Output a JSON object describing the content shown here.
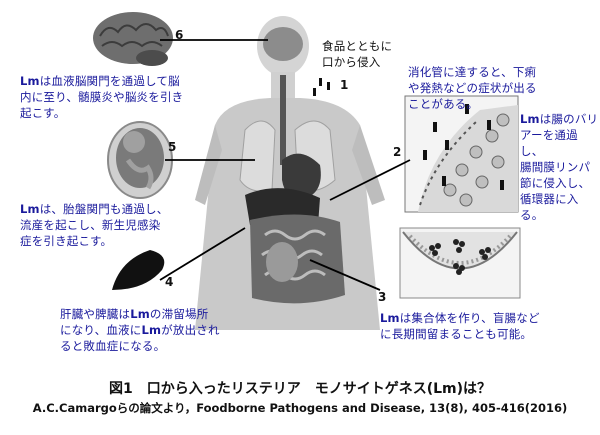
{
  "labels": {
    "n1": "1",
    "n2": "2",
    "n3": "3",
    "n4": "4",
    "n5": "5",
    "n6": "6"
  },
  "annotations": {
    "a1_line1": "食品とともに",
    "a1_line2": "口から侵入",
    "a2_line1": "消化管に達すると、下痢",
    "a2_line2": "や発熱などの症状が出る",
    "a2_line3": "ことがある。",
    "a2_line4_bold": "Lm",
    "a2_line4": "は腸のバリ",
    "a2_line5": "アーを通過し、",
    "a2_line6": "腸間膜リンパ",
    "a2_line7": "節に侵入し、",
    "a2_line8": "循環器に入る。",
    "a3_bold": "Lm",
    "a3_line1": "は集合体を作り、盲腸など",
    "a3_line2": "に長期間留まることも可能。",
    "a4_line1_pre": "肝臓や脾臓は",
    "a4_line1_bold": "Lm",
    "a4_line1_post": "の滞留場所",
    "a4_line2_pre": "になり、血液に",
    "a4_line2_bold": "Lm",
    "a4_line2_post": "が放出され",
    "a4_line3": "ると敗血症になる。",
    "a5_bold": "Lm",
    "a5_line1": "は、胎盤関門も通過し、",
    "a5_line2": "流産を起こし、新生児感染",
    "a5_line3": "症を引き起こす。",
    "a6_bold": "Lm",
    "a6_line1": "は血液脳関門を通過して脳",
    "a6_line2": "内に至り、髄膜炎や脳炎を引き",
    "a6_line3": "起こす。"
  },
  "caption": {
    "title": "図1　口から入ったリステリア　モノサイトゲネス(Lm)は？",
    "source": "A.C.Camargoらの論文より，Foodborne Pathogens and Disease, 13(8), 405-416(2016)"
  },
  "colors": {
    "annotation_text": "#1a1a9c",
    "lines": "#000000",
    "body": "#c8c8c8"
  }
}
